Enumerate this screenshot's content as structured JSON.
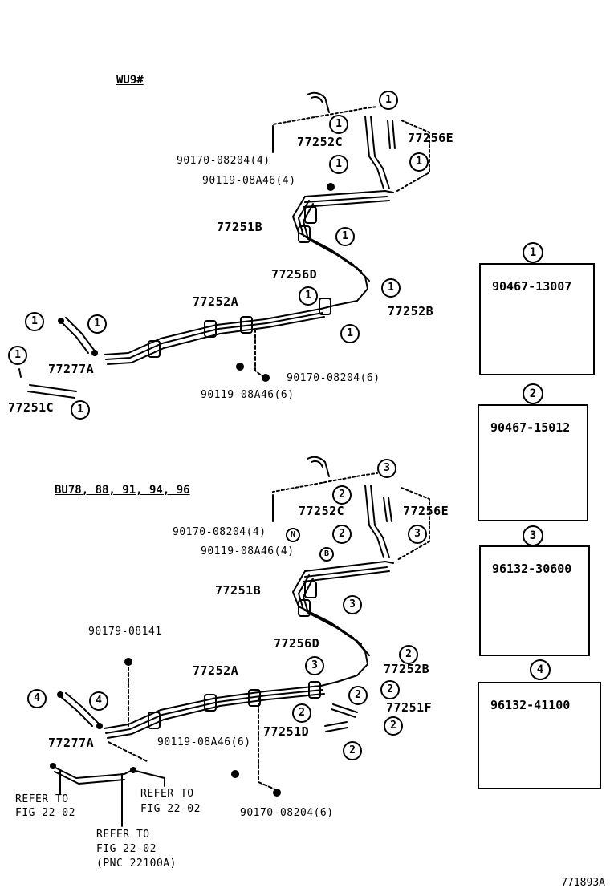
{
  "sections": {
    "top": "WU9#",
    "bottom": "BU78, 88, 91, 94, 96"
  },
  "top_labels": {
    "p77252C": "77252C",
    "p77256E": "77256E",
    "bolt_a": "90170-08204(4)",
    "bolt_b": "90119-08A46(4)",
    "p77251B": "77251B",
    "p77256D": "77256D",
    "p77252A": "77252A",
    "p77252B": "77252B",
    "p77277A": "77277A",
    "p77251C": "77251C",
    "bolt_c": "90170-08204(6)",
    "bolt_d": "90119-08A46(6)"
  },
  "bottom_labels": {
    "p77252C": "77252C",
    "p77256E": "77256E",
    "bolt_a": "90170-08204(4)",
    "bolt_b": "90119-08A46(4)",
    "p77251B": "77251B",
    "p90179": "90179-08141",
    "p77256D": "77256D",
    "p77252A": "77252A",
    "p77252B": "77252B",
    "p77251F": "77251F",
    "p77251D": "77251D",
    "p77277A": "77277A",
    "bolt_d": "90119-08A46(6)",
    "bolt_c": "90170-08204(6)",
    "refer1_line1": "REFER TO",
    "refer1_line2": "FIG 22-02",
    "refer2_line1": "REFER TO",
    "refer2_line2": "FIG 22-02",
    "refer3_line1": "REFER TO",
    "refer3_line2": "FIG 22-02",
    "refer3_line3": "(PNC 22100A)"
  },
  "clamp_boxes": [
    {
      "num": "1",
      "part": "90467-13007"
    },
    {
      "num": "2",
      "part": "90467-15012"
    },
    {
      "num": "3",
      "part": "96132-30600"
    },
    {
      "num": "4",
      "part": "96132-41100"
    }
  ],
  "callouts": {
    "c1": "1",
    "c2": "2",
    "c3": "3",
    "c4": "4",
    "cN": "N",
    "cB": "B"
  },
  "figure_id": "771893A"
}
